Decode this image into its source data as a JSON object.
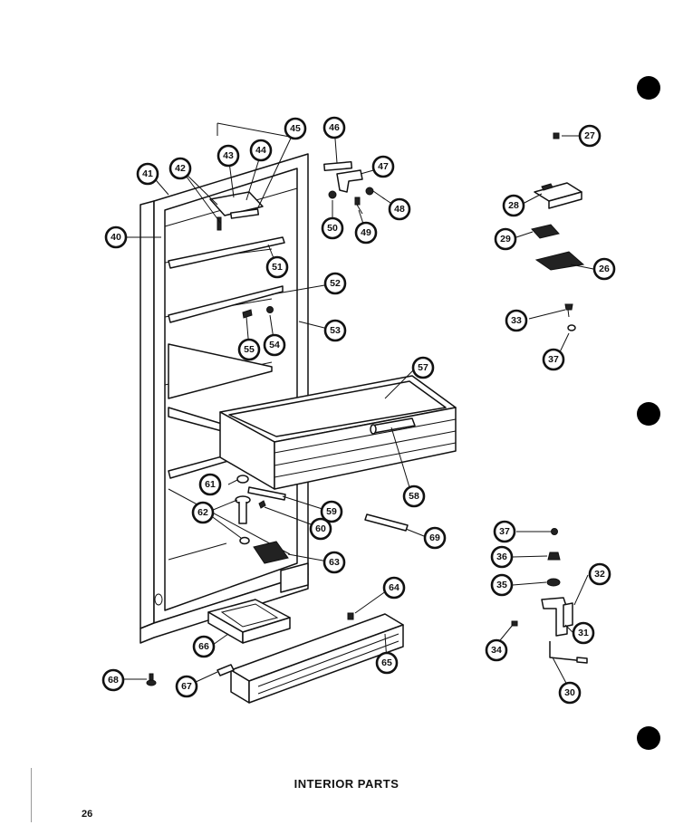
{
  "caption": "INTERIOR PARTS",
  "page_number": "26",
  "callouts": [
    "26",
    "27",
    "28",
    "29",
    "30",
    "31",
    "32",
    "33",
    "34",
    "35",
    "36",
    "37",
    "37",
    "40",
    "41",
    "42",
    "43",
    "44",
    "45",
    "46",
    "47",
    "48",
    "49",
    "50",
    "51",
    "52",
    "53",
    "54",
    "55",
    "57",
    "58",
    "59",
    "60",
    "61",
    "62",
    "63",
    "64",
    "65",
    "66",
    "67",
    "68",
    "69"
  ],
  "colors": {
    "ink": "#111111",
    "paper": "#ffffff"
  }
}
